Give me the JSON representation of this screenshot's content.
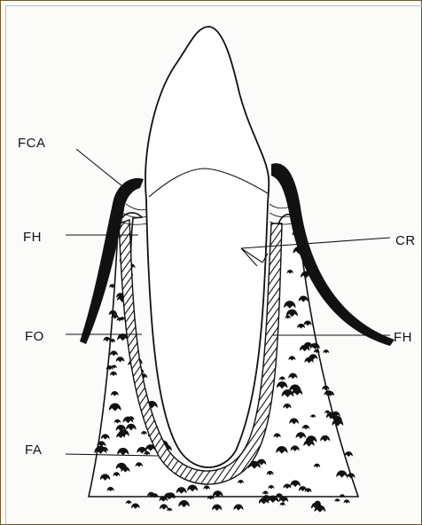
{
  "labels": {
    "fca": "FCA",
    "fh_left": "FH",
    "cr": "CR",
    "fo": "FO",
    "fh_right": "FH",
    "fa": "FA"
  },
  "colors": {
    "ink": "#111111",
    "paper": "#fbfbf9",
    "frame": "#6b5a2a"
  }
}
